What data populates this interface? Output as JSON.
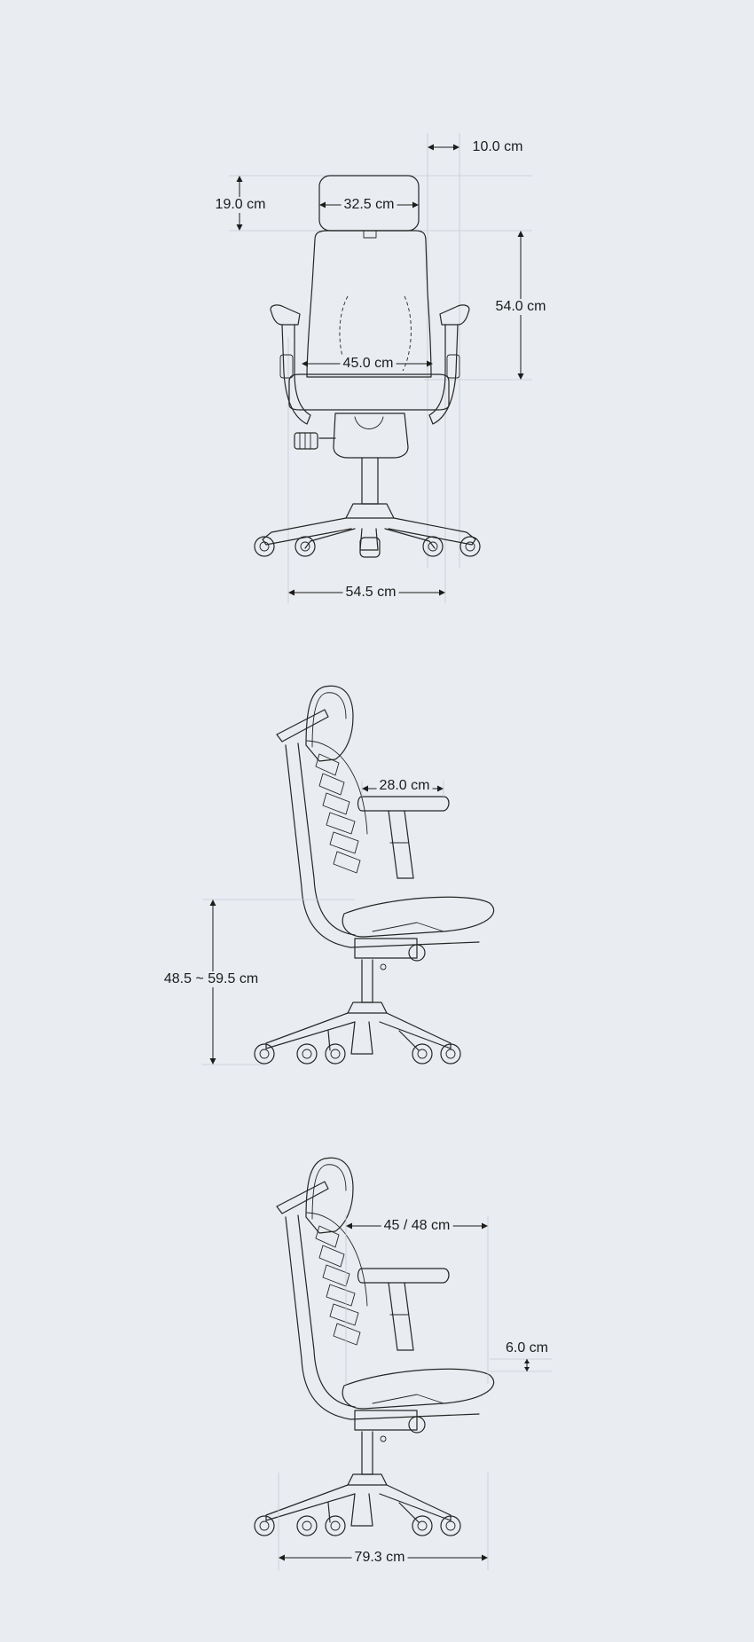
{
  "dimensions": {
    "front": {
      "headrest_depth": "10.0 cm",
      "headrest_height": "19.0 cm",
      "headrest_width": "32.5 cm",
      "backrest_height": "54.0 cm",
      "seat_width": "45.0 cm",
      "base_width": "54.5 cm"
    },
    "side": {
      "armrest_length": "28.0 cm",
      "seat_height": "48.5 ~ 59.5 cm"
    },
    "side_detail": {
      "seat_depth": "45 / 48 cm",
      "seat_slide": "6.0 cm",
      "overall_depth": "79.3 cm"
    }
  }
}
